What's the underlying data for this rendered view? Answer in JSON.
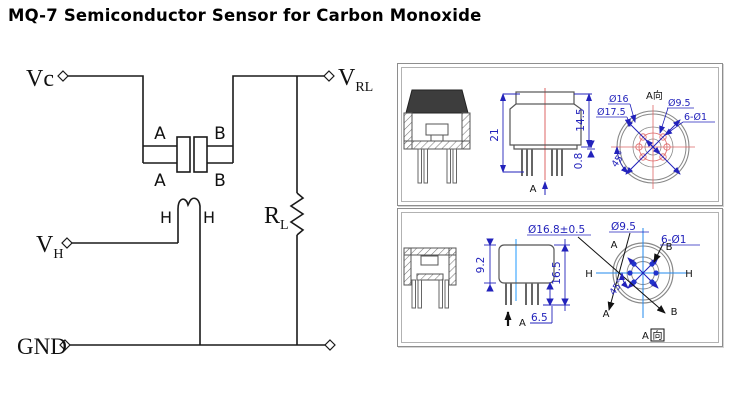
{
  "title": "MQ-7 Semiconductor Sensor for Carbon Monoxide",
  "colors": {
    "dimension_blue": "#2222bb",
    "centerline_red": "#dd6666",
    "drawing_gray": "#666666",
    "cap_fill": "#3d3d3d",
    "line_black": "#1a1a1a"
  },
  "circuit": {
    "vc": "Vc",
    "vrl_base": "V",
    "vrl_sub": "RL",
    "vh_base": "V",
    "vh_sub": "H",
    "gnd": "GND",
    "rl_base": "R",
    "rl_sub": "L",
    "sense_a_top": "A",
    "sense_b_top": "B",
    "sense_a_bottom": "A",
    "sense_b_bottom": "B",
    "heater_h_left": "H",
    "heater_h_right": "H"
  },
  "top_panel": {
    "front": {
      "overall_height": "21",
      "cap_height": "14.5",
      "base_step": "0.8",
      "section_label": "A"
    },
    "bottom_view": {
      "view_name": "A向",
      "dia_outer": "Ø16",
      "dia_flange": "Ø17.5",
      "dia_pin_circle": "Ø9.5",
      "pin_holes": "6-Ø1",
      "angle": "45°"
    }
  },
  "bottom_panel": {
    "front": {
      "body_height": "9.2",
      "overall_height": "16.5",
      "pin_length": "6.5",
      "section_label": "A"
    },
    "bottom_view": {
      "view_name_a": "A",
      "view_name_dir": "向",
      "dia_outer": "Ø16.8±0.5",
      "dia_pin_circle": "Ø9.5",
      "pin_holes": "6-Ø1",
      "angle": "45°",
      "pin_a_top": "A",
      "pin_b_top": "B",
      "pin_h_left": "H",
      "pin_h_right": "H",
      "pin_a_bottom": "A",
      "pin_b_bottom": "B"
    }
  }
}
